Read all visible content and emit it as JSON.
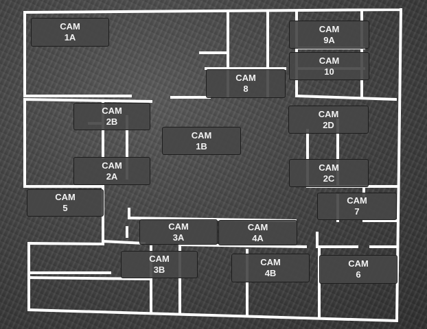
{
  "map": {
    "cams": [
      {
        "id": "1A",
        "line1": "CAM",
        "line2": "1A"
      },
      {
        "id": "9A",
        "line1": "CAM",
        "line2": "9A"
      },
      {
        "id": "10",
        "line1": "CAM",
        "line2": "10"
      },
      {
        "id": "8",
        "line1": "CAM",
        "line2": "8"
      },
      {
        "id": "2B",
        "line1": "CAM",
        "line2": "2B"
      },
      {
        "id": "2D",
        "line1": "CAM",
        "line2": "2D"
      },
      {
        "id": "1B",
        "line1": "CAM",
        "line2": "1B"
      },
      {
        "id": "2A",
        "line1": "CAM",
        "line2": "2A"
      },
      {
        "id": "2C",
        "line1": "CAM",
        "line2": "2C"
      },
      {
        "id": "5",
        "line1": "CAM",
        "line2": "5"
      },
      {
        "id": "7",
        "line1": "CAM",
        "line2": "7"
      },
      {
        "id": "3A",
        "line1": "CAM",
        "line2": "3A"
      },
      {
        "id": "4A",
        "line1": "CAM",
        "line2": "4A"
      },
      {
        "id": "3B",
        "line1": "CAM",
        "line2": "3B"
      },
      {
        "id": "4B",
        "line1": "CAM",
        "line2": "4B"
      },
      {
        "id": "6",
        "line1": "CAM",
        "line2": "6"
      }
    ]
  }
}
